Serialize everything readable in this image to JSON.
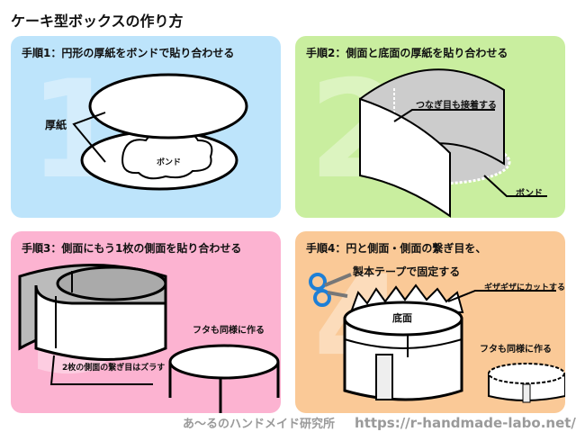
{
  "title": "ケーキ型ボックスの作り方",
  "steps": [
    {
      "number": "1",
      "heading": "手順1：円形の厚紙をボンドで貼り合わせる",
      "labels": {
        "cardboard": "厚紙",
        "bond": "ボンド"
      }
    },
    {
      "number": "2",
      "heading": "手順2：側面と底面の厚紙を貼り合わせる",
      "labels": {
        "seam": "つなぎ目も接着する",
        "bond": "ボンド"
      }
    },
    {
      "number": "3",
      "heading": "手順3：側面にもう1枚の側面を貼り合わせる",
      "labels": {
        "offset": "2枚の側面の繋ぎ目はズラす",
        "lid": "フタも同様に作る"
      }
    },
    {
      "number": "4",
      "heading": "手順4：円と側面・側面の繋ぎ目を、",
      "heading2": "製本テープで固定する",
      "labels": {
        "cut": "ギザギザにカットする",
        "bottom": "底面",
        "lid": "フタも同様に作る"
      }
    }
  ],
  "footer": {
    "site": "あ～るのハンドメイド研究所",
    "url": "https://r-handmade-labo.net/"
  },
  "colors": {
    "p1": "#bde4fb",
    "p2": "#c9ee9f",
    "p3": "#fcb3d1",
    "p4": "#fac997"
  }
}
